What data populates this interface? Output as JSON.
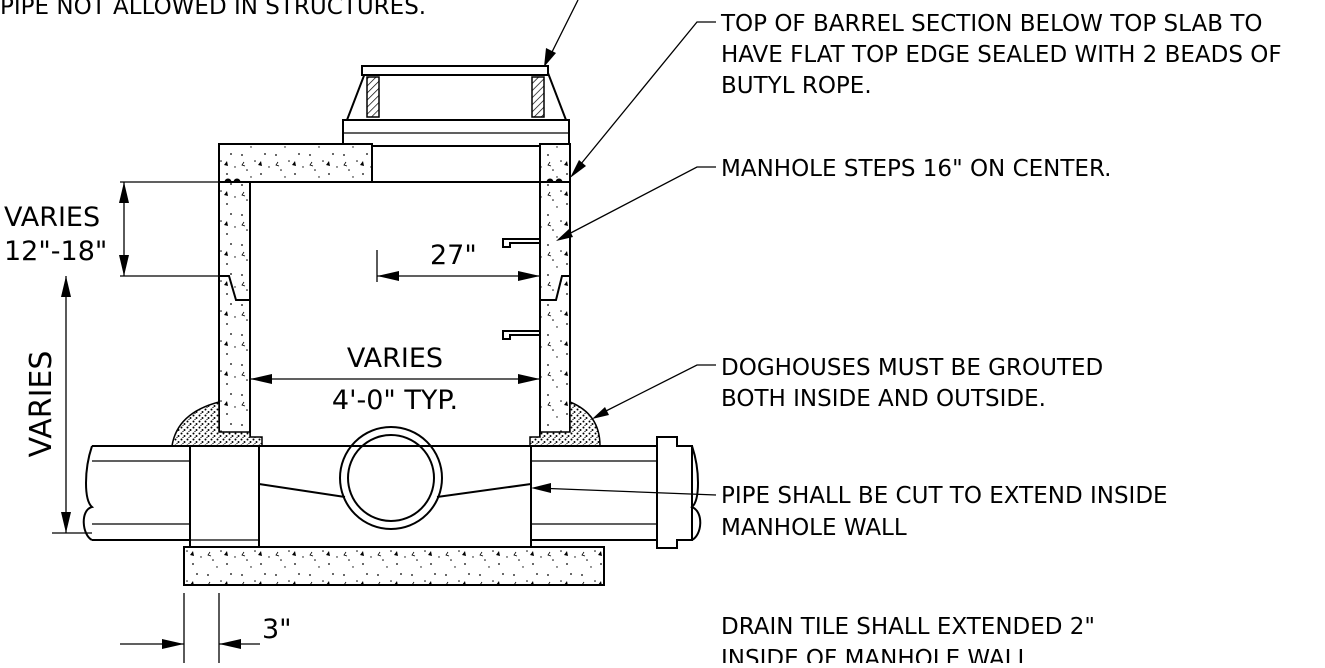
{
  "notes": {
    "top_left": "PIPE NOT ALLOWED IN STRUCTURES.",
    "barrel_line1": "TOP OF BARREL SECTION BELOW TOP SLAB TO",
    "barrel_line2": "HAVE FLAT TOP EDGE SEALED WITH 2 BEADS OF",
    "barrel_line3": "BUTYL ROPE.",
    "steps": "MANHOLE STEPS 16\" ON CENTER.",
    "doghouse_line1": "DOGHOUSES MUST BE GROUTED",
    "doghouse_line2": "BOTH INSIDE AND OUTSIDE.",
    "pipe_line1": "PIPE SHALL BE CUT TO EXTEND INSIDE",
    "pipe_line2": "MANHOLE WALL",
    "drain_line1": "DRAIN TILE SHALL EXTENDED 2\"",
    "drain_line2": "INSIDE OF MANHOLE WALL"
  },
  "dimensions": {
    "varies_top_line1": "VARIES",
    "varies_top_line2": "12\"-18\"",
    "step_offset": "27\"",
    "width_line1": "VARIES",
    "width_line2": "4'-0\" TYP.",
    "height": "VARIES",
    "base_extension": "3\""
  }
}
